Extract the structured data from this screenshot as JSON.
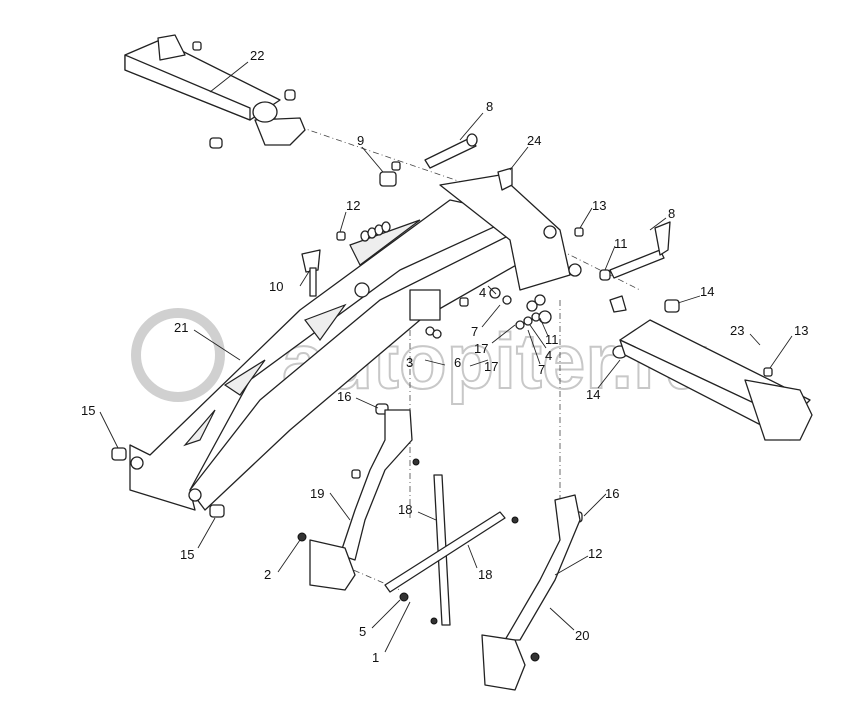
{
  "watermark": "autopiter.ru",
  "callouts": [
    "22",
    "8",
    "9",
    "24",
    "12",
    "13",
    "8",
    "11",
    "10",
    "14",
    "4",
    "21",
    "23",
    "13",
    "11",
    "7",
    "17",
    "3",
    "6",
    "17",
    "4",
    "7",
    "14",
    "15",
    "16",
    "16",
    "19",
    "18",
    "18",
    "15",
    "2",
    "12",
    "20",
    "5",
    "1"
  ]
}
